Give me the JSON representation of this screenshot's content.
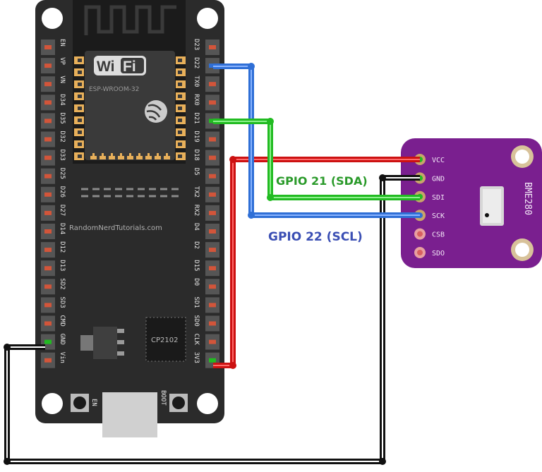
{
  "board": {
    "left_pins": [
      "EN",
      "VP",
      "VN",
      "D34",
      "D35",
      "D32",
      "D33",
      "D25",
      "D26",
      "D27",
      "D14",
      "D12",
      "D13",
      "SD2",
      "SD3",
      "CMD",
      "GND",
      "Vin"
    ],
    "right_pins": [
      "D23",
      "D22",
      "TX0",
      "RX0",
      "D21",
      "D19",
      "D18",
      "D5",
      "TX2",
      "RX2",
      "D4",
      "D2",
      "D15",
      "D0",
      "SD1",
      "SD0",
      "CLK",
      "3V3"
    ],
    "module_model": "ESP-WROOM-32",
    "wifi_logo": "WiFi",
    "watermark": "RandomNerdTutorials.com",
    "chip_name": "CP2102",
    "button_en": "EN",
    "button_boot": "BOOT"
  },
  "sensor": {
    "name": "BME280",
    "pins": [
      "VCC",
      "GND",
      "SDI",
      "SCK",
      "CSB",
      "SDO"
    ]
  },
  "labels": {
    "sda": "GPIO 21 (SDA)",
    "scl": "GPIO 22 (SCL)"
  },
  "colors": {
    "board": "#2b2b2b",
    "sensor": "#7a1f8f",
    "wire_vcc": "#cc1111",
    "wire_gnd": "#111111",
    "wire_sda": "#22bb22",
    "wire_scl": "#2f6fd6",
    "sda_text": "#2a9a2a",
    "scl_text": "#3b4fb4"
  }
}
